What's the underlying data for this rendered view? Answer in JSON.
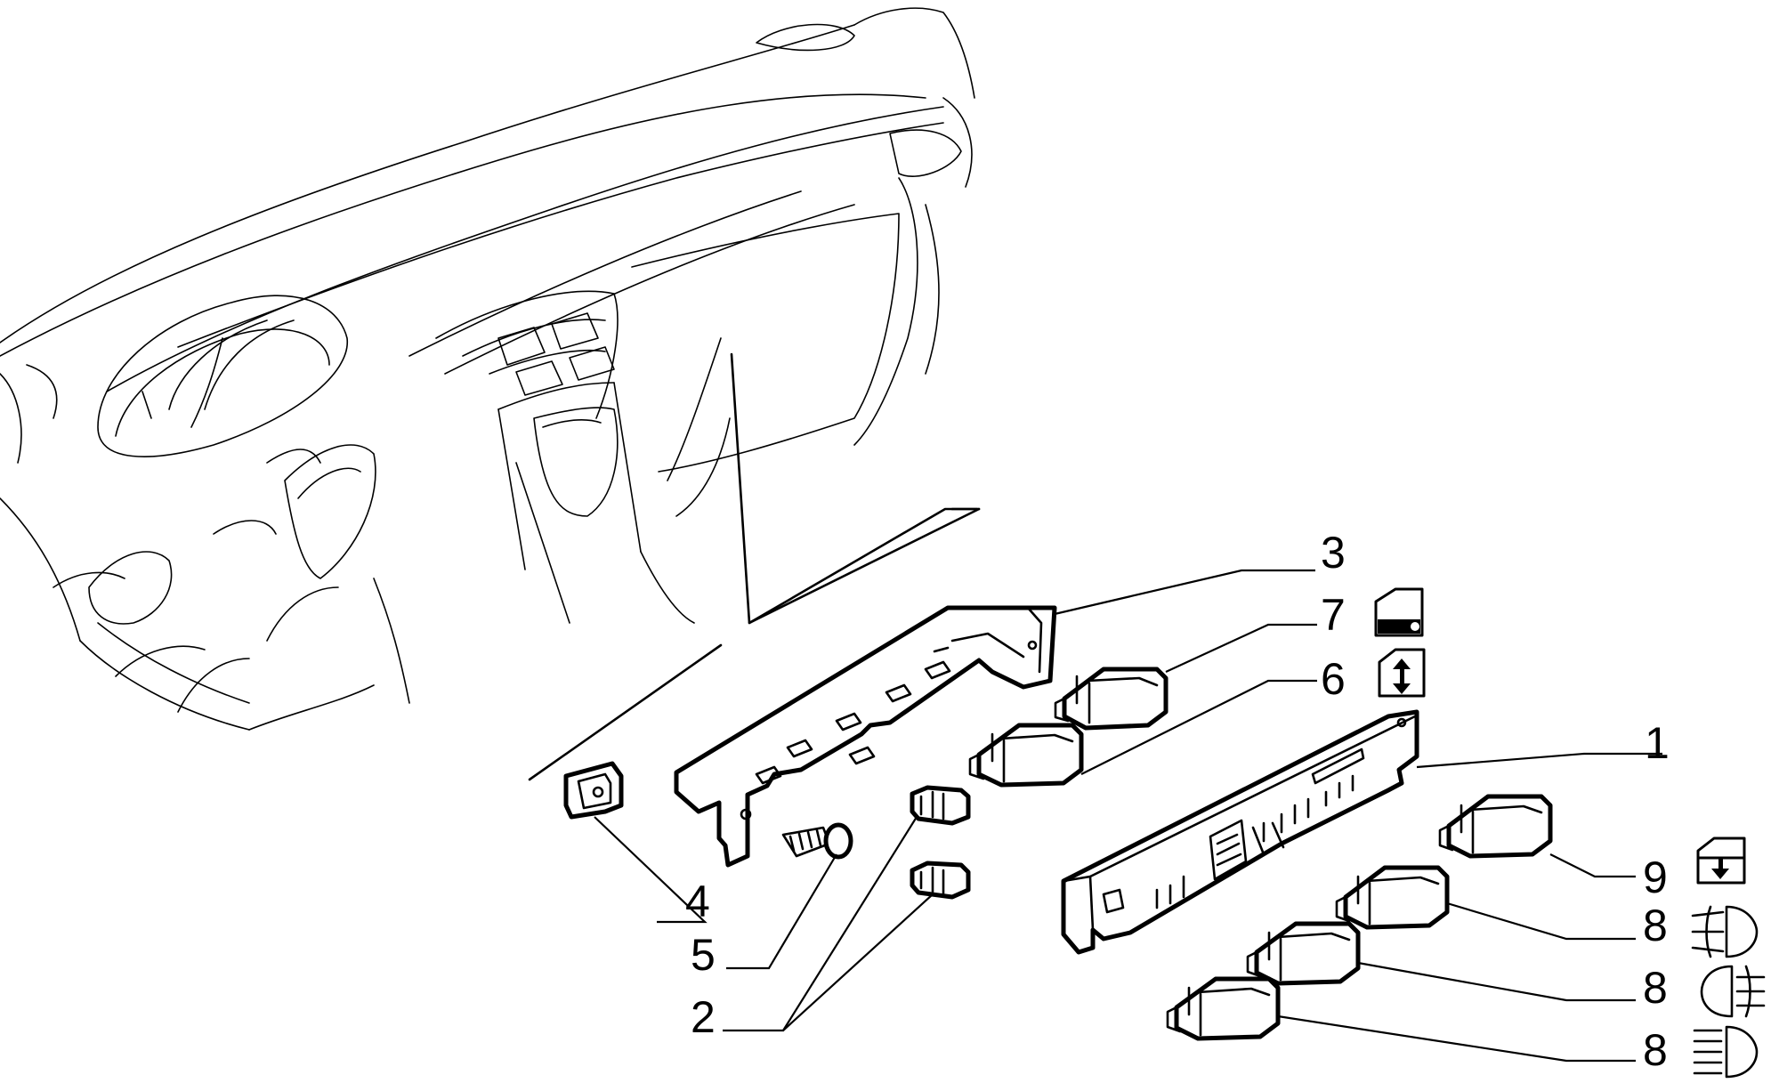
{
  "callouts": {
    "c1": "1",
    "c2": "2",
    "c3": "3",
    "c4": "4",
    "c5": "5",
    "c6": "6",
    "c7": "7",
    "c8a": "8",
    "c8b": "8",
    "c8c": "8",
    "c9": "9"
  },
  "icons": {
    "c7": "door-lock-symbol-icon",
    "c6": "power-window-up-down-icon",
    "c9": "power-window-down-icon",
    "c8a": "front-fog-light-icon",
    "c8b": "rear-fog-light-icon",
    "c8c": "headlight-high-beam-icon"
  },
  "colors": {
    "ink": "#000000",
    "paper": "#ffffff"
  }
}
